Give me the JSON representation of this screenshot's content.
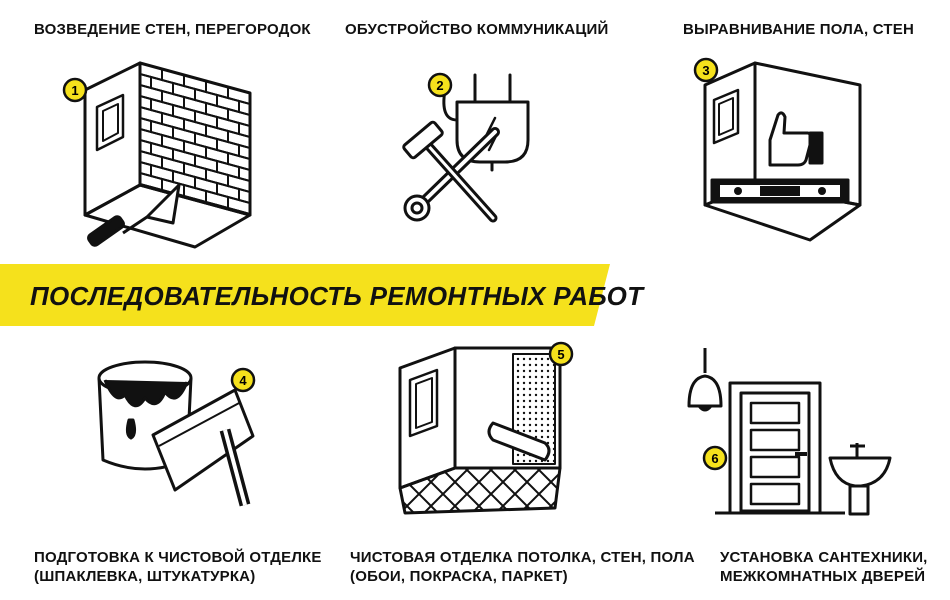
{
  "title": "ПОСЛЕДОВАТЕЛЬНОСТЬ РЕМОНТНЫХ РАБОТ",
  "accent_color": "#f5e11c",
  "steps": [
    {
      "number": "1",
      "label_lines": [
        "ВОЗВЕДЕНИЕ СТЕН, ПЕРЕГОРОДОК"
      ],
      "icon": "brick-wall-trowel-icon"
    },
    {
      "number": "2",
      "label_lines": [
        "ОБУСТРОЙСТВО КОММУНИКАЦИЙ"
      ],
      "icon": "plug-wrench-hammer-icon"
    },
    {
      "number": "3",
      "label_lines": [
        "ВЫРАВНИВАНИЕ ПОЛА, СТЕН"
      ],
      "icon": "level-thumbs-up-icon"
    },
    {
      "number": "4",
      "label_lines": [
        "ПОДГОТОВКА К ЧИСТОВОЙ ОТДЕЛКЕ",
        "(ШПАКЛЕВКА, ШТУКАТУРКА)"
      ],
      "icon": "paint-bucket-spatula-icon"
    },
    {
      "number": "5",
      "label_lines": [
        "ЧИСТОВАЯ ОТДЕЛКА ПОТОЛКА, СТЕН, ПОЛА",
        "(ОБОИ, ПОКРАСКА, ПАРКЕТ)"
      ],
      "icon": "wallpaper-parquet-room-icon"
    },
    {
      "number": "6",
      "label_lines": [
        "УСТАНОВКА САНТЕХНИКИ,",
        "МЕЖКОМНАТНЫХ ДВЕРЕЙ"
      ],
      "icon": "door-sink-lamp-icon"
    }
  ]
}
